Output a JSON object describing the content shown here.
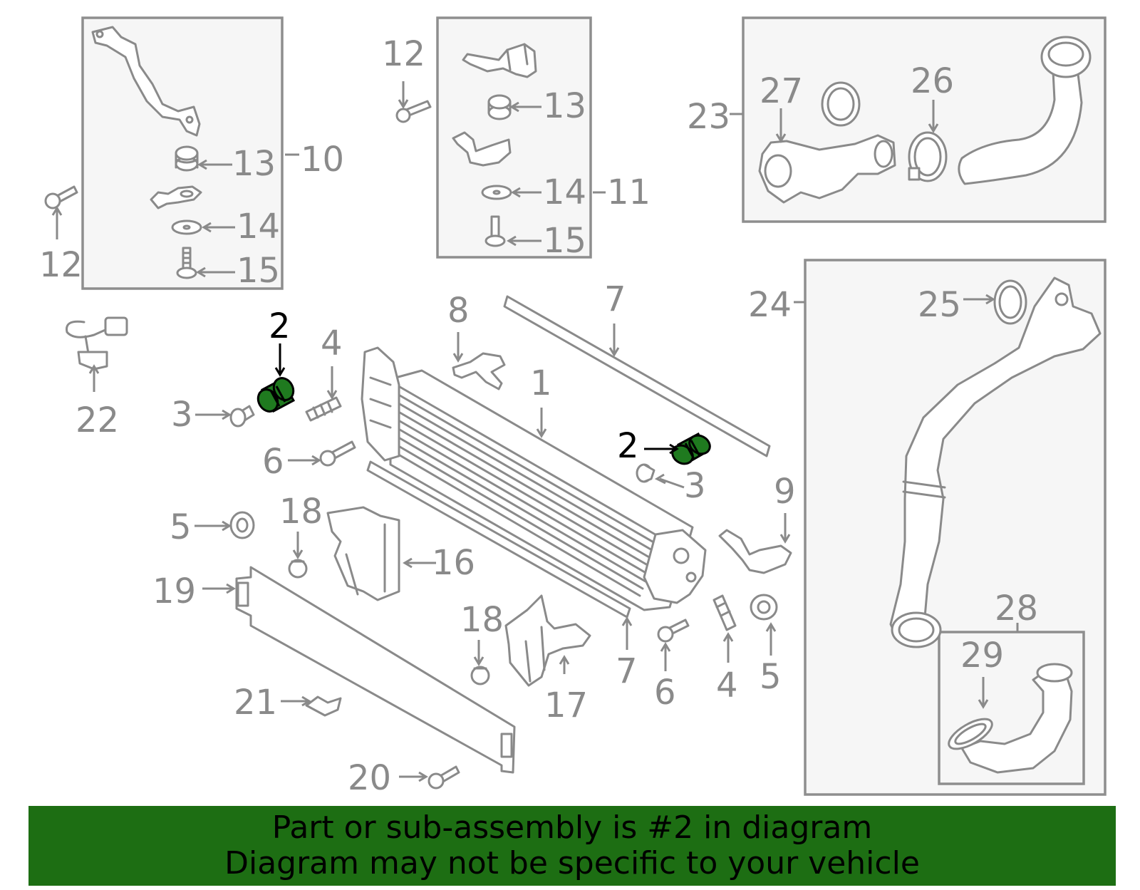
{
  "labels": {
    "p1": "1",
    "p2a": "2",
    "p2b": "2",
    "p3a": "3",
    "p3b": "3",
    "p4a": "4",
    "p4b": "4",
    "p5a": "5",
    "p5b": "5",
    "p6a": "6",
    "p6b": "6",
    "p7a": "7",
    "p7b": "7",
    "p8": "8",
    "p9": "9",
    "p10": "10",
    "p11": "11",
    "p12a": "12",
    "p12b": "12",
    "p13a": "13",
    "p13b": "13",
    "p14a": "14",
    "p14b": "14",
    "p15a": "15",
    "p15b": "15",
    "p16": "16",
    "p17": "17",
    "p18a": "18",
    "p18b": "18",
    "p19": "19",
    "p20": "20",
    "p21": "21",
    "p22": "22",
    "p23": "23",
    "p24": "24",
    "p25": "25",
    "p26": "26",
    "p27": "27",
    "p28": "28",
    "p29": "29"
  },
  "highlight_part": "2",
  "colors": {
    "highlight": "#1f7a1f",
    "banner": "#1d6e13",
    "line": "#8a8a8a"
  },
  "banner": {
    "line1": "Part or sub-assembly is #2 in diagram",
    "line2": "Diagram may not be specific to your vehicle"
  }
}
